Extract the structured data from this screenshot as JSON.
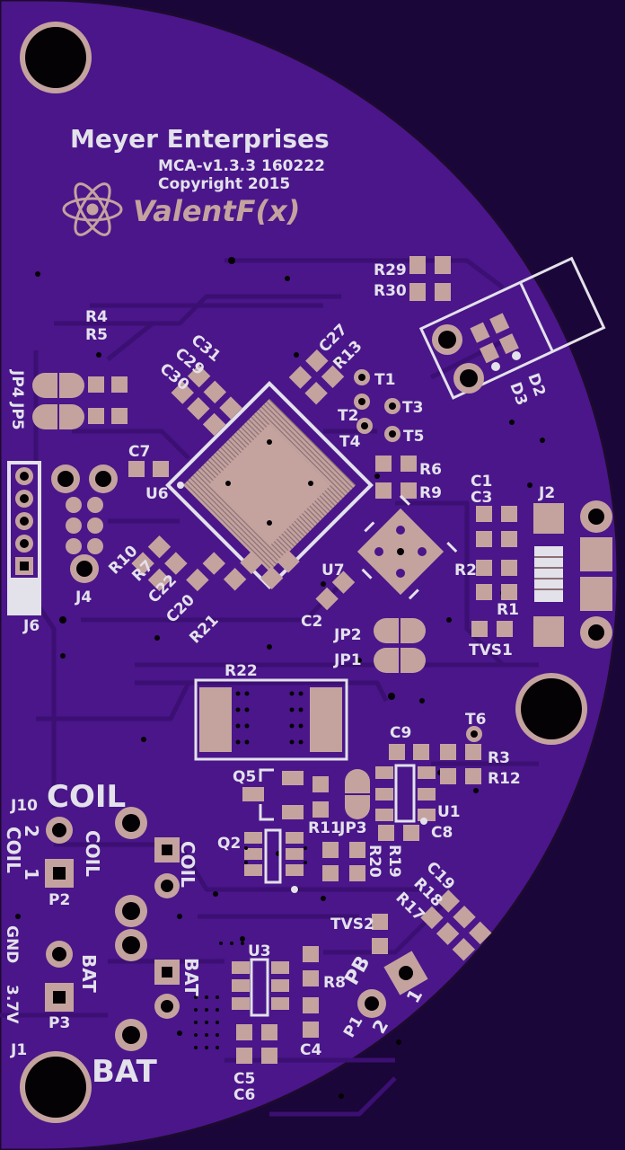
{
  "colors": {
    "board": "#4a168a",
    "board_dark": "#3d1176",
    "trace": "#3c0f73",
    "copper": "#c4a39f",
    "silk": "#e3e1ea",
    "hole": "#050205",
    "background": "#1a0638"
  },
  "title": "Meyer Enterprises",
  "version": "MCA-v1.3.3 160222",
  "copyright": "Copyright 2015",
  "logo": {
    "icon": "atom-icon",
    "text": "ValentF(x)"
  },
  "labels": {
    "R29": "R29",
    "R30": "R30",
    "R4": "R4",
    "R5": "R5",
    "C31": "C31",
    "C29": "C29",
    "C30": "C30",
    "C27": "C27",
    "R13": "R13",
    "T1": "T1",
    "T2": "T2",
    "T3": "T3",
    "T4": "T4",
    "T5": "T5",
    "JP4": "JP4",
    "JP5": "JP5",
    "C7": "C7",
    "U6": "U6",
    "R6": "R6",
    "R9": "R9",
    "D2": "D2",
    "D3": "D3",
    "C1": "C1",
    "C3": "C3",
    "J2": "J2",
    "R2": "R2",
    "R1": "R1",
    "U7": "U7",
    "C2": "C2",
    "JP2": "JP2",
    "JP1": "JP1",
    "TVS1": "TVS1",
    "R10": "R10",
    "R7": "R7",
    "C22": "C22",
    "C20": "C20",
    "R21": "R21",
    "J4": "J4",
    "J6": "J6",
    "R22": "R22",
    "T6": "T6",
    "C9": "C9",
    "R3": "R3",
    "R12": "R12",
    "Q5": "Q5",
    "R11": "R11",
    "JP3": "JP3",
    "U1": "U1",
    "C8": "C8",
    "Q2": "Q2",
    "R19": "R19",
    "R20": "R20",
    "C19": "C19",
    "R18": "R18",
    "R17": "R17",
    "TVS2": "TVS2",
    "J10": "J10",
    "COIL_big": "COIL",
    "COIL_side": "COIL",
    "COIL_left": "COIL",
    "COIL_mid": "COIL",
    "pin2": "2",
    "pin1": "1",
    "P2": "P2",
    "GND": "GND",
    "V37": "3.7V",
    "BAT_a": "BAT",
    "BAT_b": "BAT",
    "BAT_big": "BAT",
    "P3": "P3",
    "J1": "J1",
    "U3": "U3",
    "R8": "R8",
    "C4": "C4",
    "C5": "C5",
    "C6": "C6",
    "PB": "PB",
    "P1": "P1",
    "pb1": "1",
    "pb2": "2"
  }
}
